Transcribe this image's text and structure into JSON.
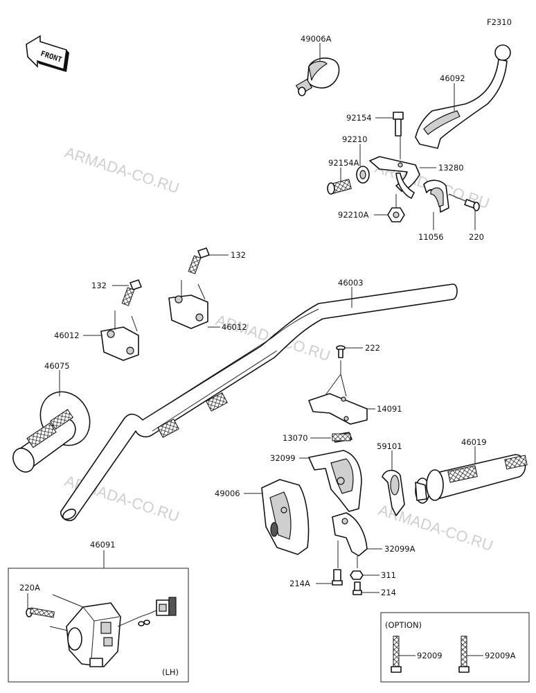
{
  "diagram_code": "F2310",
  "front_label": "FRONT",
  "watermark": "ARMADA-CO.RU",
  "parts": {
    "p49006A": "49006A",
    "p46092": "46092",
    "p92154": "92154",
    "p92210": "92210",
    "p92154A": "92154A",
    "p13280": "13280",
    "p92210A": "92210A",
    "p11056": "11056",
    "p220": "220",
    "p132a": "132",
    "p132b": "132",
    "p46012a": "46012",
    "p46012b": "46012",
    "p46003": "46003",
    "p222": "222",
    "p46075": "46075",
    "p14091": "14091",
    "p13070": "13070",
    "p59101": "59101",
    "p46019": "46019",
    "p32099": "32099",
    "p49006": "49006",
    "p32099A": "32099A",
    "p311": "311",
    "p214A": "214A",
    "p214": "214",
    "p46091": "46091",
    "p220A": "220A",
    "p92009": "92009",
    "p92009A": "92009A"
  },
  "inset_lh_label": "(LH)",
  "option_label": "(OPTION)"
}
